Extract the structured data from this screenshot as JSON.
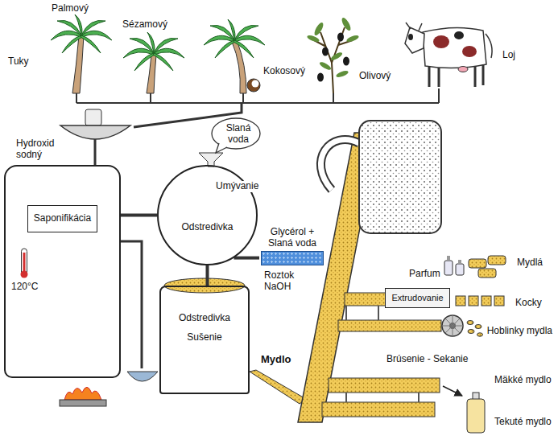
{
  "diagram": {
    "nodes": [
      {
        "text": [
          "Saponifikácia"
        ]
      },
      {
        "text": [
          "Odstredivka"
        ]
      },
      {
        "text": [
          "Glycérol + Slaná voda"
        ]
      },
      {
        "text": [
          "Odstredivka",
          "Sušenie"
        ]
      },
      {
        "text": [
          "Extrudovanie"
        ]
      }
    ],
    "edges": [
      {
        "from": 0,
        "to": 1,
        "arrow": "none"
      },
      {
        "from": 1,
        "to": 2,
        "arrow": "none"
      },
      {
        "from": 1,
        "to": 3,
        "arrow": "none"
      }
    ],
    "labels": [
      "Tuky",
      "Palmový",
      "Sézamový",
      "Kokosový",
      "Olivový",
      "Loj",
      "Hydroxid sodný",
      "120°C",
      "Slaná voda",
      "Umývanie",
      "Roztok NaOH",
      "Mydlo",
      "Parfum",
      "Mydlá",
      "Kocky",
      "Hoblinky mydla",
      "Brúsenie - Sekanie",
      "Mäkké mydlo",
      "Tekuté mydlo"
    ]
  }
}
